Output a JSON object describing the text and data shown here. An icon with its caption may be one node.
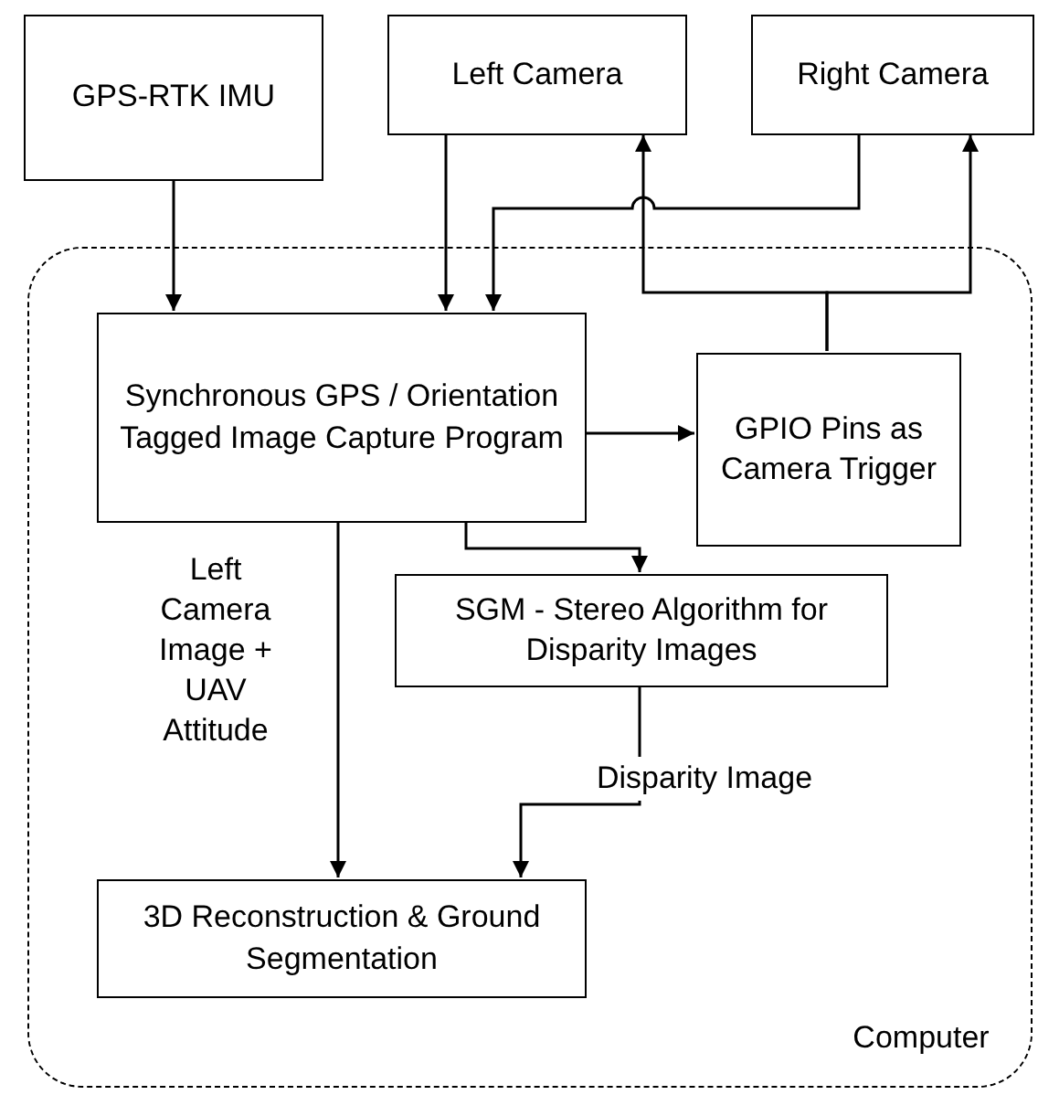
{
  "diagram": {
    "nodes": [
      {
        "text": [
          "GPS-RTK IMU"
        ]
      },
      {
        "text": [
          "Left Camera"
        ]
      },
      {
        "text": [
          "Right Camera"
        ]
      },
      {
        "text": [
          "Computer"
        ]
      },
      {
        "text": [
          "Synchronous GPS / Orientation Tagged Image Capture Program"
        ],
        "in": 3
      },
      {
        "text": [
          "GPIO Pins as Camera Trigger"
        ],
        "in": 3
      },
      {
        "text": [
          "SGM - Stereo Algorithm for Disparity Images"
        ],
        "in": 3
      },
      {
        "text": [
          "3D Reconstruction & Ground Segmentation"
        ],
        "in": 3
      }
    ],
    "edges": [
      {
        "from": 0,
        "to": 4,
        "arrow": "to"
      },
      {
        "from": 1,
        "to": 4,
        "arrow": "to"
      },
      {
        "from": 2,
        "to": 4,
        "arrow": "to"
      },
      {
        "from": 5,
        "to": 1,
        "arrow": "to"
      },
      {
        "from": 5,
        "to": 2,
        "arrow": "to"
      },
      {
        "from": 4,
        "to": 5,
        "arrow": "to"
      },
      {
        "from": 4,
        "to": 6,
        "arrow": "to"
      },
      {
        "from": 4,
        "to": 7,
        "arrow": "to",
        "label": "Left Camera Image + UAV Attitude"
      },
      {
        "from": 6,
        "to": 7,
        "arrow": "to",
        "label": "Disparity Image"
      }
    ]
  }
}
